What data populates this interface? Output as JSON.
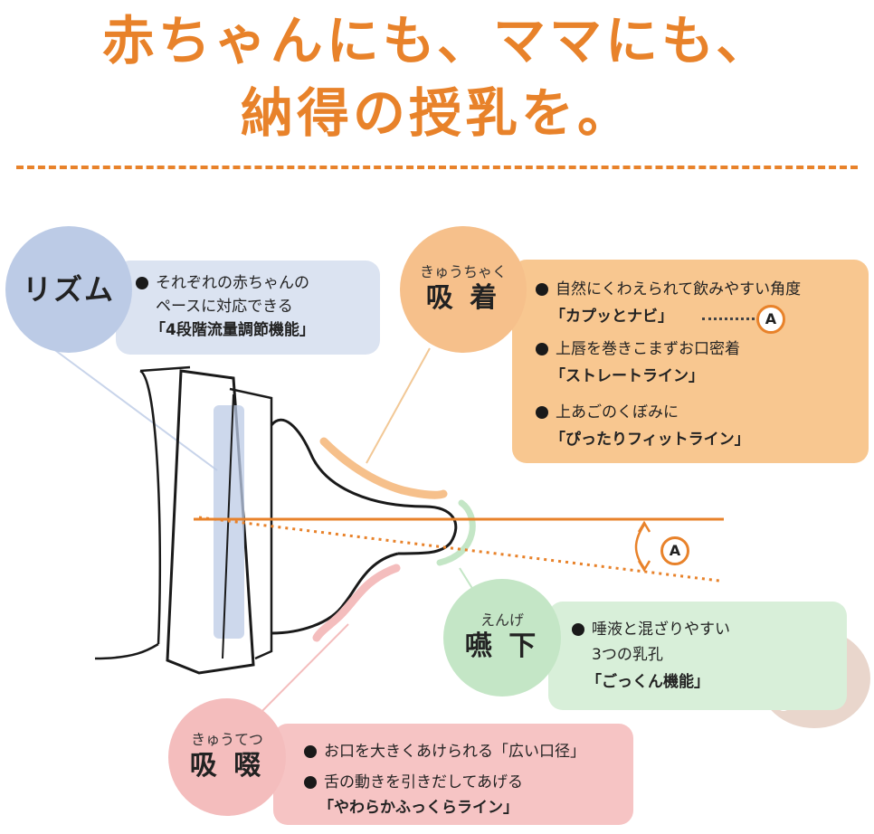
{
  "title": {
    "line1": "赤ちゃんにも、ママにも、",
    "line2": "納得の授乳を。"
  },
  "colors": {
    "accent": "#e8822a",
    "rhythm": "#bccbe6",
    "latch": "#f6c08b",
    "swallow": "#c4e6c6",
    "suck": "#f4bdbd"
  },
  "rhythm": {
    "label": "リズム",
    "lines": [
      "それぞれの赤ちゃんの",
      "ペースに対応できる",
      "「4段階流量調節機能」"
    ]
  },
  "latch": {
    "ruby": "きゅうちゃく",
    "label": "吸 着",
    "items": [
      {
        "text": "自然にくわえられて飲みやすい角度",
        "sub": "「カプッとナビ」",
        "marker": "A"
      },
      {
        "text": "上唇を巻きこまずお口密着",
        "sub": "「ストレートライン」"
      },
      {
        "text": "上あごのくぼみに",
        "sub": "「ぴったりフィットライン」"
      }
    ]
  },
  "angle_marker": "A",
  "swallow": {
    "ruby": "えんげ",
    "label": "嚥 下",
    "lines": [
      "唾液と混ざりやすい",
      "3つの乳孔",
      "「ごっくん機能」"
    ]
  },
  "suck": {
    "ruby": "きゅうてつ",
    "label": "吸 啜",
    "items": [
      {
        "text": "お口を大きくあけられる「広い口径」"
      },
      {
        "text": "舌の動きを引きだしてあげる",
        "sub": "「やわらかふっくらライン」"
      }
    ]
  }
}
